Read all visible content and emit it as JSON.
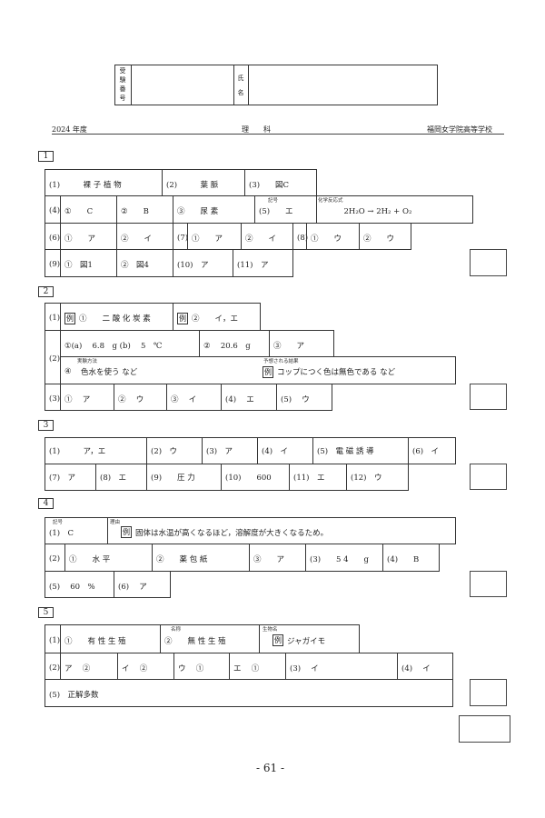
{
  "header": {
    "exam_number_label": "受験番号",
    "name_label": "氏名",
    "year": "2024 年度",
    "subject": "理　　科",
    "school": "福岡女学院高等学校",
    "page_number": "- 61 -"
  },
  "s1": {
    "label": "1",
    "cells": [
      "(1)　　　裸 子 植 物",
      "(2)　　　葉 脈",
      "(3)　　図C",
      "(4)",
      "①　　C",
      "②　　B",
      "③　　尿 素",
      "(5)　　エ",
      "　　　2H₂O → 2H₂ + O₂",
      "(6)",
      "①　　ア",
      "②　　イ",
      "(7)",
      "①　　ア",
      "②　　イ",
      "(8)",
      "①　　ウ",
      "②　　ウ",
      "(9)",
      "①　図1",
      "②　図4",
      "(10)　ア",
      "(11)　ア"
    ],
    "small": [
      "記号",
      "化学反応式"
    ]
  },
  "s2": {
    "label": "2",
    "cells": [
      "(1)",
      "①　　二 酸 化 炭 素",
      "②　　イ，エ",
      "(2)",
      "①(a)　 6.8　g (b)　 5　℃",
      "②　 20.6　g",
      "③　　ア",
      "④",
      "色水を使う など",
      "コップにつく色は無色である など",
      "(3)",
      "①　 ア",
      "②　 ウ",
      "③　 イ",
      "(4)　 エ",
      "(5)　 ウ"
    ],
    "small": [
      "実験方法",
      "予想される結果"
    ],
    "example_mark": "例"
  },
  "s3": {
    "label": "3",
    "cells": [
      "(1)　　　ア，エ",
      "(2)　ウ",
      "(3)　ア",
      "(4)　イ",
      "(5)　電 磁 誘 導",
      "(6)　イ",
      "(7)　ア",
      "(8)　エ",
      "(9)　　圧 力",
      "(10)　　600",
      "(11)　エ",
      "(12)　ウ"
    ]
  },
  "s4": {
    "label": "4",
    "cells": [
      "(1)　C",
      "固体は水温が高くなるほど，溶解度が大きくなるため。",
      "(2)",
      "①　　水 平",
      "②　　薬 包 紙",
      "③　　ア",
      "(3)　　5 4　　g",
      "(4)　　B",
      "(5)　 60　%",
      "(6)　 ア"
    ],
    "small": [
      "記号",
      "理由"
    ],
    "example_mark": "例"
  },
  "s5": {
    "label": "5",
    "cells": [
      "(1)",
      "①　　有 性 生 殖",
      "②　　無 性 生 殖",
      "ジャガイモ",
      "(2)",
      "ア　 ②",
      "イ　 ②",
      "ウ　 ①",
      "エ　 ①",
      "(3)　 イ",
      "(4)　 イ",
      "(5)　正解多数"
    ],
    "small": [
      "名称",
      "生物名"
    ],
    "example_mark": "例"
  }
}
